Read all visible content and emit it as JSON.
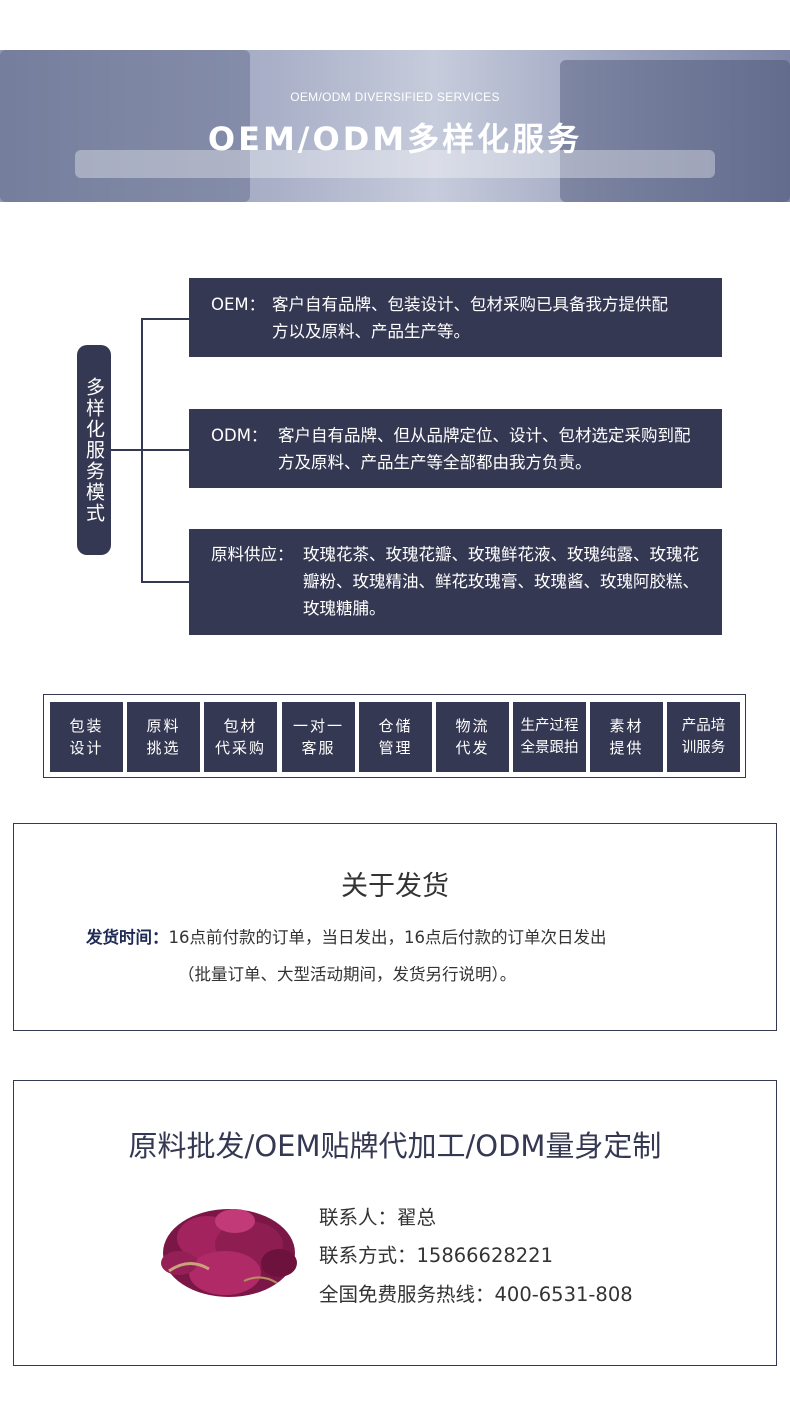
{
  "banner": {
    "subtitle": "OEM/ODM DIVERSIFIED SERVICES",
    "title": "OEM/ODM多样化服务"
  },
  "modes": {
    "label": "多样化服务模式",
    "items": [
      {
        "label": "OEM：",
        "text": "客户自有品牌、包装设计、包材采购已具备我方提供配方以及原料、产品生产等。"
      },
      {
        "label": "ODM：",
        "text": "客户自有品牌、但从品牌定位、设计、包材选定采购到配方及原料、产品生产等全部都由我方负责。"
      },
      {
        "label": "原料供应：",
        "text": "玫瑰花茶、玫瑰花瓣、玫瑰鲜花液、玫瑰纯露、玫瑰花瓣粉、玫瑰精油、鲜花玫瑰膏、玫瑰酱、玫瑰阿胶糕、玫瑰糖脯。"
      }
    ]
  },
  "services": [
    {
      "line1": "包装",
      "line2": "设计"
    },
    {
      "line1": "原料",
      "line2": "挑选"
    },
    {
      "line1": "包材",
      "line2": "代采购"
    },
    {
      "line1": "一对一",
      "line2": "客服"
    },
    {
      "line1": "仓储",
      "line2": "管理"
    },
    {
      "line1": "物流",
      "line2": "代发"
    },
    {
      "line1": "生产过程",
      "line2": "全景跟拍"
    },
    {
      "line1": "素材",
      "line2": "提供"
    },
    {
      "line1": "产品培",
      "line2": "训服务"
    }
  ],
  "shipping": {
    "title": "关于发货",
    "time_label": "发货时间：",
    "time_text": "16点前付款的订单，当日发出，16点后付款的订单次日发出",
    "note": "（批量订单、大型活动期间，发货另行说明）。"
  },
  "contact": {
    "title": "原料批发/OEM贴牌代加工/ODM量身定制",
    "person": "联系人：翟总",
    "phone": "联系方式：15866628221",
    "hotline": "全国免费服务热线：400-6531-808"
  },
  "colors": {
    "navy": "#353852",
    "rose": "#9a1f5a"
  }
}
